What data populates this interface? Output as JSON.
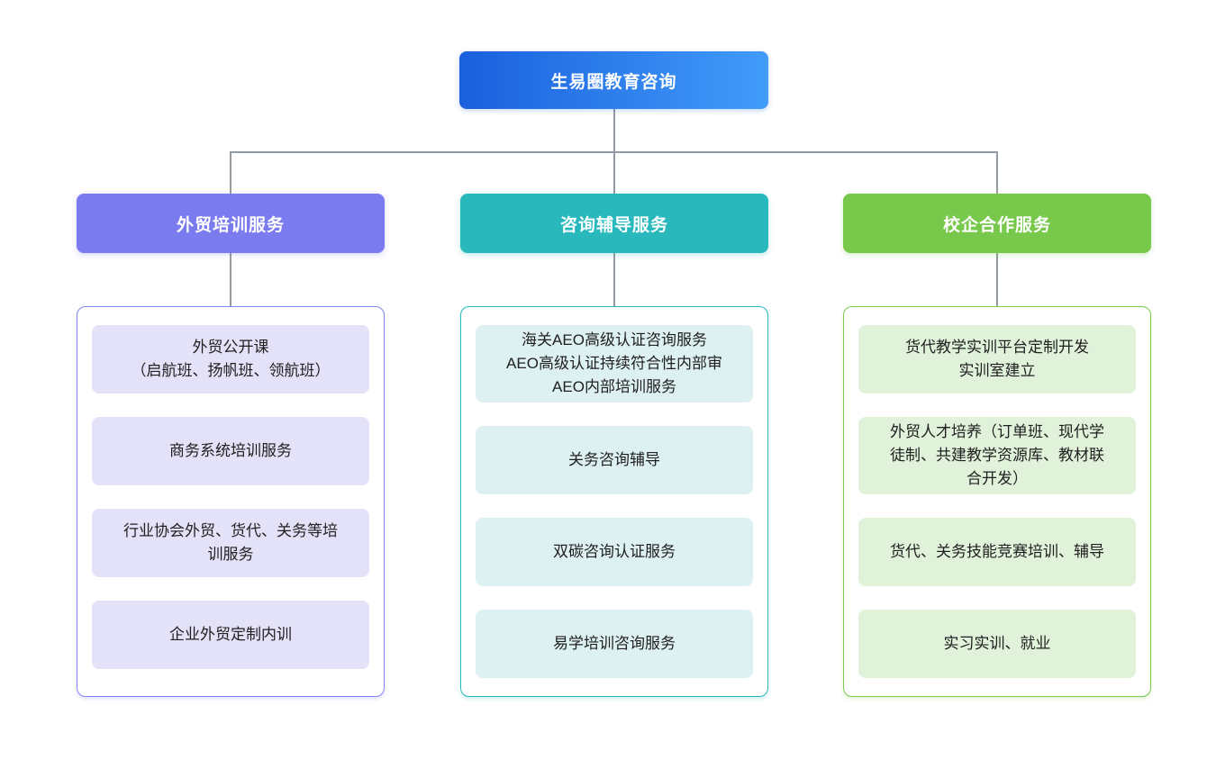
{
  "root": {
    "label": "生易圈教育咨询"
  },
  "branches": [
    {
      "label": "外贸培训服务",
      "items": [
        "外贸公开课\n（启航班、扬帆班、领航班）",
        "商务系统培训服务",
        "行业协会外贸、货代、关务等培\n训服务",
        "企业外贸定制内训"
      ]
    },
    {
      "label": "咨询辅导服务",
      "items": [
        "海关AEO高级认证咨询服务\nAEO高级认证持续符合性内部审\nAEO内部培训服务",
        "关务咨询辅导",
        "双碳咨询认证服务",
        "易学培训咨询服务"
      ]
    },
    {
      "label": "校企合作服务",
      "items": [
        "货代教学实训平台定制开发\n实训室建立",
        "外贸人才培养（订单班、现代学\n徒制、共建教学资源库、教材联\n合开发）",
        "货代、关务技能竞赛培训、辅导",
        "实习实训、就业"
      ]
    }
  ],
  "colors": {
    "root_gradient_start": "#1a60dd",
    "root_gradient_end": "#419cfa",
    "branch_header_purple": "#7b7bf0",
    "branch_header_teal": "#29b9bd",
    "branch_header_green": "#77c84b",
    "leaf_bg_purple": "#e4e2f8",
    "leaf_bg_teal": "#def1f2",
    "leaf_bg_green": "#e0f2da",
    "border_purple": "#8585f2",
    "border_teal": "#2bbabd",
    "border_green": "#7ecb52",
    "connector_gray": "#949aa3",
    "text_dark": "#202020"
  }
}
